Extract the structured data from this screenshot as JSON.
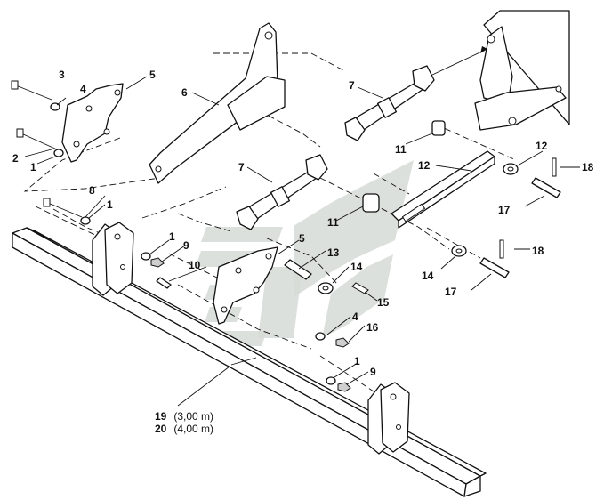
{
  "callouts": [
    {
      "id": "c3",
      "label": "3"
    },
    {
      "id": "c4a",
      "label": "4"
    },
    {
      "id": "c5a",
      "label": "5"
    },
    {
      "id": "c6",
      "label": "6"
    },
    {
      "id": "c2",
      "label": "2"
    },
    {
      "id": "c1a",
      "label": "1"
    },
    {
      "id": "c7a",
      "label": "7"
    },
    {
      "id": "c7b",
      "label": "7"
    },
    {
      "id": "c8",
      "label": "8"
    },
    {
      "id": "c1b",
      "label": "1"
    },
    {
      "id": "c1c",
      "label": "1"
    },
    {
      "id": "c9a",
      "label": "9"
    },
    {
      "id": "c10",
      "label": "10"
    },
    {
      "id": "c11a",
      "label": "11"
    },
    {
      "id": "c11b",
      "label": "11"
    },
    {
      "id": "c12a",
      "label": "12"
    },
    {
      "id": "c12b",
      "label": "12"
    },
    {
      "id": "c18a",
      "label": "18"
    },
    {
      "id": "c17a",
      "label": "17"
    },
    {
      "id": "c5b",
      "label": "5"
    },
    {
      "id": "c13",
      "label": "13"
    },
    {
      "id": "c14a",
      "label": "14"
    },
    {
      "id": "c15",
      "label": "15"
    },
    {
      "id": "c4b",
      "label": "4"
    },
    {
      "id": "c16",
      "label": "16"
    },
    {
      "id": "c14b",
      "label": "14"
    },
    {
      "id": "c18b",
      "label": "18"
    },
    {
      "id": "c17b",
      "label": "17"
    },
    {
      "id": "c1d",
      "label": "1"
    },
    {
      "id": "c9b",
      "label": "9"
    }
  ],
  "variants": [
    {
      "number": "19",
      "spec": "(3,00 m)"
    },
    {
      "number": "20",
      "spec": "(4,00 m)"
    }
  ]
}
